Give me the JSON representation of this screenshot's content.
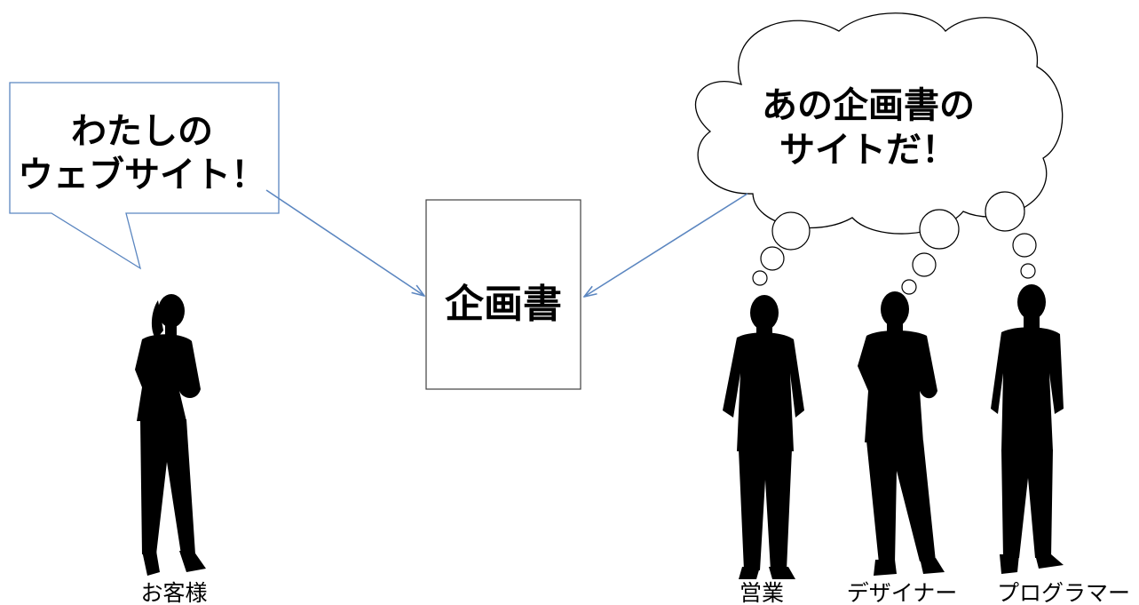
{
  "customer_bubble": {
    "line1": "わたしの",
    "line2": "ウェブサイト！"
  },
  "team_thought": {
    "line1": "あの企画書の",
    "line2": "サイトだ！"
  },
  "document": {
    "label": "企画書"
  },
  "people": {
    "customer": "お客様",
    "sales": "営業",
    "designer": "デザイナー",
    "programmer": "プログラマー"
  },
  "colors": {
    "arrow": "#5b86c0",
    "bubble_stroke": "#5b86c0",
    "silhouette": "#000000",
    "document_border": "#404040"
  }
}
